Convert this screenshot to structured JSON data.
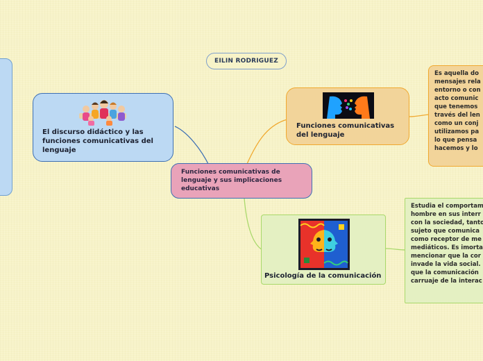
{
  "colors": {
    "background": "#f7f3c8",
    "blue_fill": "#bcd9f3",
    "blue_border": "#3d6fb3",
    "pink_fill": "#e9a3b9",
    "orange_fill": "#f2d49a",
    "orange_border": "#f0a82e",
    "green_fill": "#e4f0c2",
    "green_border": "#a8d86a"
  },
  "author": {
    "label": "EILIN RODRIGUEZ"
  },
  "central": {
    "label": "Funciones comunicativas de lenguaje y sus implicaciones educativas"
  },
  "topics": {
    "didactico": {
      "label": "El discurso didáctico y las funciones comunicativas del lenguaje",
      "icon": "children-group-image"
    },
    "funciones": {
      "label": "Funciones comunicativas del lenguaje",
      "icon": "two-faces-talking-image"
    },
    "psicologia": {
      "label": "Psicología de la comunicación",
      "icon": "two-faces-art-image"
    }
  },
  "notes": {
    "funciones_lines": [
      "Es aquella do",
      "mensajes rela",
      "entorno o con",
      "acto comunic",
      "que tenemos",
      "través del len",
      "como un conj",
      "utilizamos pa",
      "lo que pensa",
      "hacemos y lo"
    ],
    "psicologia_lines": [
      "Estudia el comportam",
      "hombre en sus interr",
      "con la sociedad, tanto",
      "sujeto que comunica",
      "como receptor de me",
      "mediáticos. Es imorta",
      "mencionar que la cor",
      "invade la vida social.",
      "que la comunicación",
      "carruaje de la interac"
    ]
  }
}
